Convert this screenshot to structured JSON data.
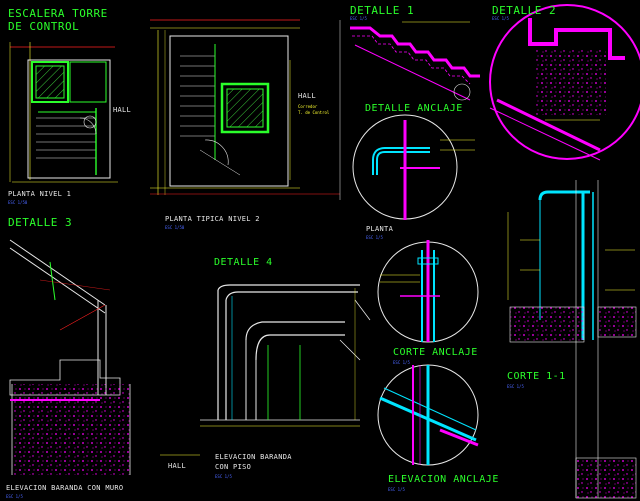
{
  "titles": {
    "escalera_line1": "ESCALERA TORRE",
    "escalera_line2": "DE CONTROL",
    "detalle1": "DETALLE 1",
    "detalle2": "DETALLE 2",
    "detalle_anclaje": "DETALLE ANCLAJE",
    "detalle3": "DETALLE 3",
    "detalle4": "DETALLE 4",
    "corte_anclaje": "CORTE ANCLAJE",
    "corte_1_1": "CORTE 1-1",
    "elevacion_anclaje": "ELEVACION ANCLAJE"
  },
  "captions": {
    "planta_nivel_1": "PLANTA NIVEL 1",
    "planta_tipica_nivel_2": "PLANTA TIPICA NIVEL 2",
    "planta": "PLANTA",
    "elevacion_baranda_piso_line1": "ELEVACION BARANDA",
    "elevacion_baranda_piso_line2": "CON PISO",
    "elevacion_baranda_muro": "ELEVACION BARANDA CON MURO",
    "hall_left": "HALL",
    "hall_right": "HALL",
    "hall_bottom": "HALL"
  },
  "scales": {
    "planta_nivel_1": "ESC 1/50",
    "planta_tipica": "ESC 1/50",
    "planta": "ESC 1/5",
    "detalle1": "ESC 1/5",
    "detalle2": "ESC 1/5",
    "corte_anclaje": "ESC 1/5",
    "corte_1_1": "ESC 1/5",
    "elevacion_baranda_piso": "ESC 1/5",
    "elevacion_baranda_muro": "ESC 1/5",
    "elevacion_anclaje": "ESC 1/5"
  },
  "notes": {
    "corridor": "Corredor",
    "torre_control": "T. de Control"
  },
  "colors": {
    "background": "#000000",
    "title_green": "#2bff2b",
    "caption_white": "#e8e8e8",
    "magenta": "#ff00ff",
    "yellow": "#ffff30",
    "cyan": "#00e5ff",
    "red": "#ff2020",
    "blue": "#4b66ff"
  }
}
